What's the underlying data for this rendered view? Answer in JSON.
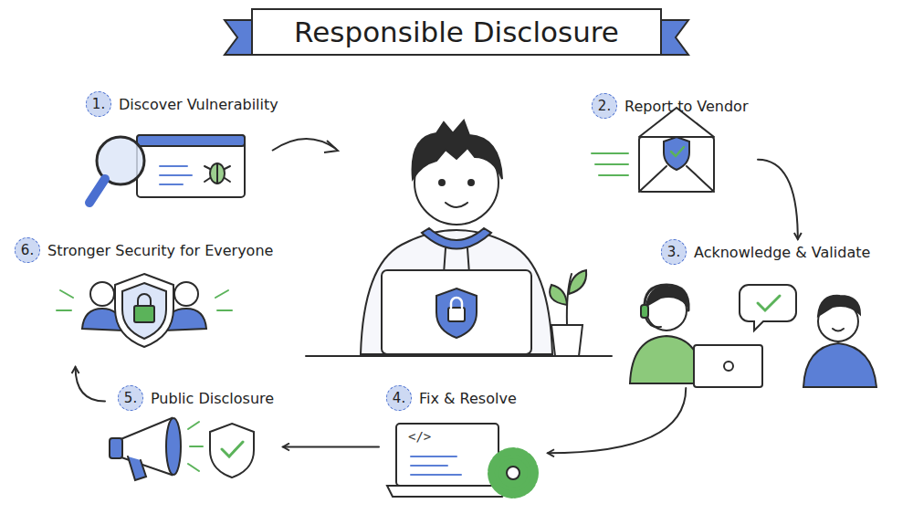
{
  "diagram": {
    "title": "Responsible Disclosure",
    "nodes": [
      {
        "text": [
          "1.",
          "Discover Vulnerability"
        ]
      },
      {
        "text": [
          "2.",
          "Report to Vendor"
        ]
      },
      {
        "text": [
          "3.",
          "Acknowledge & Validate"
        ]
      },
      {
        "text": [
          "4.",
          "Fix & Resolve"
        ]
      },
      {
        "text": [
          "5.",
          "Public Disclosure"
        ]
      },
      {
        "text": [
          "6.",
          "Stronger Security for Everyone"
        ]
      }
    ],
    "edges": [
      {
        "from": 1,
        "to": 2,
        "arrow": "to"
      },
      {
        "from": 2,
        "to": 3,
        "arrow": "to"
      },
      {
        "from": 3,
        "to": 4,
        "arrow": "to"
      },
      {
        "from": 4,
        "to": 5,
        "arrow": "to"
      }
    ],
    "labels": [
      "</>"
    ]
  }
}
